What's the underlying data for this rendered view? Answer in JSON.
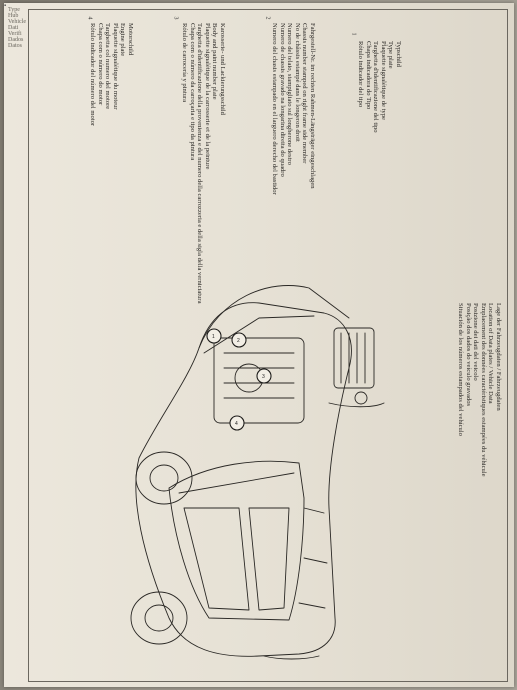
{
  "margin_labels": [
    "Type",
    "Hub",
    "Vehicle",
    "Dati",
    "Verifi",
    "Dados",
    "Datos"
  ],
  "markers": [
    "1",
    "2",
    "3",
    "4"
  ],
  "section1": [
    "Typschild",
    "Type plate",
    "Plaquette signalétique de type",
    "Targhetta d'identificazione del tipo",
    "Chapa indicadora do Tipo",
    "Rótulo indicador del tipo"
  ],
  "section2": [
    "Fahrgestell-Nr. im rechten Rahmen-Längsträger eingeschlagen",
    "Chassis number stamped on right frame side member",
    "No de châssis estampé dans le longeron droit",
    "Numero del telaio, stampigliato sul longherone destro",
    "Numero de chassis gravado na longarina direita do quadro",
    "Numero del chasis estampado en el larguero derecho del bastidor"
  ],
  "section3": [
    "Karosserie- und Lackierungsschild",
    "Body and paint number plate",
    "Plaquette signalétique de la carrosserie et de la peinture",
    "Targhetta d'identificazione della provenienza e del numero della carrozzeria e della sigla della verniciatura",
    "Chapa com o número da carroçaria e tipo da pintura",
    "Rótulo de carrocería y pintura"
  ],
  "section4": [
    "Motorschild",
    "Engine plate",
    "Plaquette signalétique du moteur",
    "Targhetta col numero del motore",
    "Chapa com o número do motor",
    "Rótulo indicador del número del motor"
  ],
  "caption": [
    "Lage der Fahrzeugdaten / Fahrzeugdaten",
    "Location of Data plates / Vehicle Data",
    "Emplacement des données caractéristiques estampées du véhicule",
    "Posizione dei dati del veicolo",
    "Posição dos dados do veículo gravados",
    "Situación de los números estampados del vehículo"
  ],
  "colors": {
    "paper": "#e8e3d8",
    "ink": "#2c2a27",
    "frame": "#6b675f"
  }
}
